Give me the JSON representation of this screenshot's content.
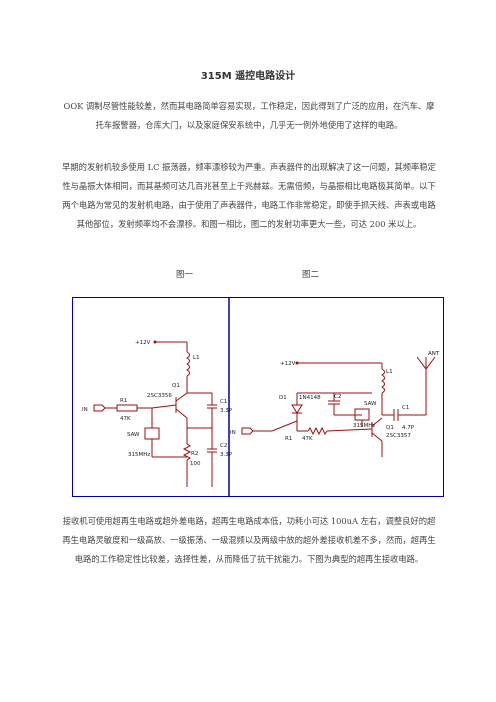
{
  "title": "315M 遥控电路设计",
  "paragraph1": "OOK 调制尽管性能较差，然而其电路简单容易实现，工作稳定，因此得到了广泛的应用，在汽车、摩托车报警器，仓库大门，以及家庭保安系统中，几乎无一例外地使用了这样的电路。",
  "paragraph2": "早期的发射机较多使用 LC 振荡器，频率漂移较为严重。声表器件的出现解决了这一问题，其频率稳定性与晶振大体相同，而其基频可达几百兆甚至上千兆赫兹。无需倍频，与晶振相比电路极其简单。以下两个电路为常见的发射机电路，由于使用了声表器件，电路工作非常稳定，即使手抓天线、声表或电路其他部位，发射频率均不会漂移。和图一相比，图二的发射功率更大一些，可达 200 米以上。",
  "paragraph3": "接收机可使用超再生电路或超外差电路，超再生电路成本低，功耗小可达 100uA 左右，调整良好的超再生电路灵敏度和一级高放、一级振荡、一级混频以及两级中放的超外差接收机差不多，然而，超再生电路的工作稳定性比较差，选择性差，从而降低了抗干扰能力。下图为典型的超再生接收电路。",
  "figure_labels": {
    "fig1": "图一",
    "fig2": "图二"
  },
  "circuit1": {
    "supply": "+12V",
    "inductor": "L1",
    "transistor": "Q1",
    "transistor_part": "2SC3356",
    "input": "IN",
    "r1_name": "R1",
    "r1_value": "47K",
    "saw_name": "SAW",
    "saw_freq": "315MHz",
    "c1_name": "C1",
    "c1_value": "3.3P",
    "c2_name": "C2",
    "c2_value": "3.3P",
    "r2_name": "R2",
    "r2_value": "100"
  },
  "circuit2": {
    "supply": "+12V",
    "antenna": "ANT",
    "inductor": "L1",
    "diode_name": "D1",
    "diode_part": "1N4148",
    "c2_name": "C2",
    "saw_name": "SAW",
    "saw_freq": "315MHz",
    "c1_name": "C1",
    "c1_value": "4.7P",
    "transistor": "Q1",
    "transistor_part": "2SC3357",
    "input": "IN",
    "r1_name": "R1",
    "r1_value": "47K"
  },
  "colors": {
    "frame": "#0000b0",
    "wire": "#9a1010",
    "text": "#333333"
  }
}
